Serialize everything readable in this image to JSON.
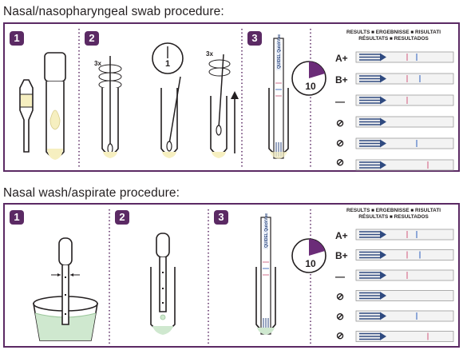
{
  "section1": {
    "heading": "Nasal/nasopharyngeal swab procedure:",
    "steps": [
      "1",
      "2",
      "3"
    ],
    "swirl_count_1": "3x",
    "swirl_count_2": "3x",
    "minute_timer": "1",
    "timer_minutes": "10",
    "strip_brand": "QUIDEL QuickVue",
    "results_header_line1": "RESULTS ■ ERGEBNISSE ■ RISULTATI",
    "results_header_line2": "RÉSULTATS ■ RESULTADOS",
    "results": [
      {
        "label": "A+",
        "kind": "text"
      },
      {
        "label": "B+",
        "kind": "text"
      },
      {
        "label": "—",
        "kind": "text"
      },
      {
        "label": "⊘",
        "kind": "symbol"
      },
      {
        "label": "⊘",
        "kind": "symbol"
      },
      {
        "label": "⊘",
        "kind": "symbol"
      }
    ]
  },
  "section2": {
    "heading": "Nasal wash/aspirate procedure:",
    "steps": [
      "1",
      "2",
      "3"
    ],
    "timer_minutes": "10",
    "strip_brand": "QUIDEL QuickVue",
    "results_header_line1": "RESULTS ■ ERGEBNISSE ■ RISULTATI",
    "results_header_line2": "RÉSULTATS ■ RESULTADOS",
    "results": [
      {
        "label": "A+",
        "kind": "text"
      },
      {
        "label": "B+",
        "kind": "text"
      },
      {
        "label": "—",
        "kind": "text"
      },
      {
        "label": "⊘",
        "kind": "symbol"
      },
      {
        "label": "⊘",
        "kind": "symbol"
      },
      {
        "label": "⊘",
        "kind": "symbol"
      }
    ]
  },
  "colors": {
    "frame": "#5b2a64",
    "liquid_yellow": "#f6efc0",
    "liquid_green": "#cfe8cf",
    "strip_blue": "#2f4a80",
    "line_pink": "#e2a6b8",
    "line_blue": "#8fa8d8"
  }
}
